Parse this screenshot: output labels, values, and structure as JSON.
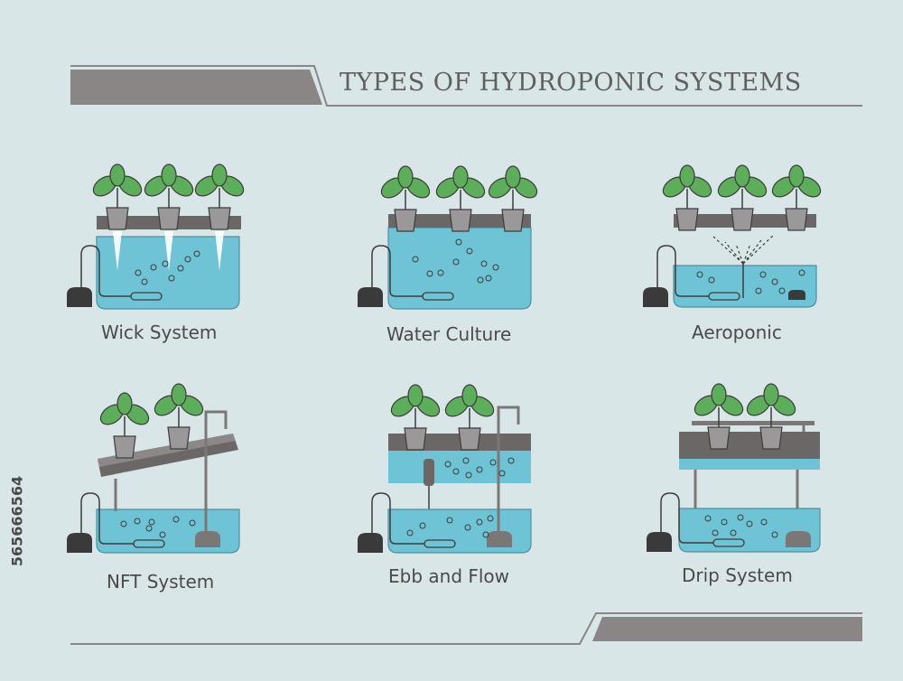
{
  "title": "TYPES OF HYDROPONIC SYSTEMS",
  "side_code": "565666564",
  "systems": [
    {
      "name": "Wick System"
    },
    {
      "name": "Water Culture"
    },
    {
      "name": "Aeroponic"
    },
    {
      "name": "NFT System"
    },
    {
      "name": "Ebb and Flow"
    },
    {
      "name": "Drip System"
    }
  ],
  "colors": {
    "background": "#d9e6e7",
    "water": "#6ec3d4",
    "tray": "#6b6767",
    "pot": "#9a9898",
    "leaf": "#5cae5a",
    "pump": "#3a3a3a",
    "banner": "#8a8686"
  }
}
